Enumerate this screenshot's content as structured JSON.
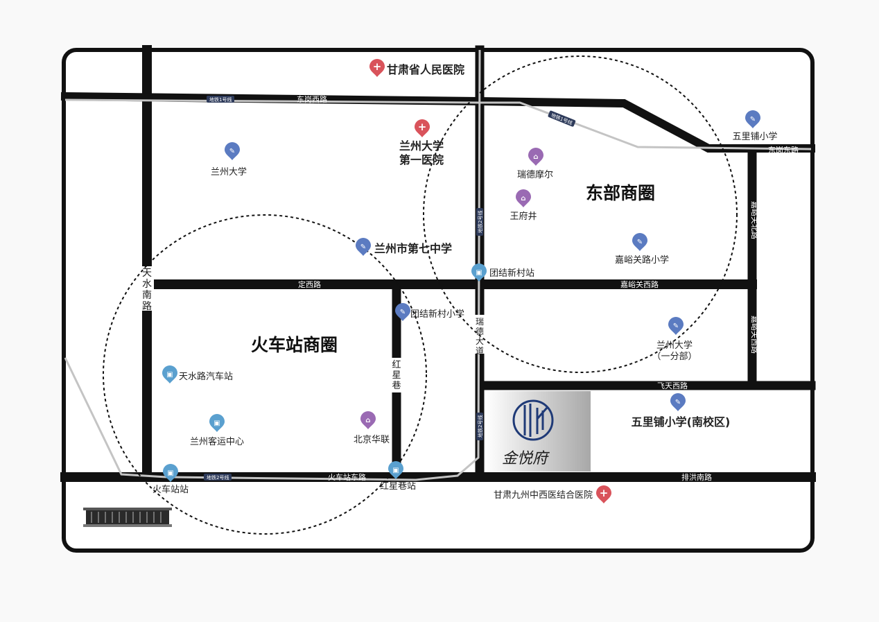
{
  "map": {
    "districts": {
      "east": "东部商圈",
      "station": "火车站商圈"
    },
    "roads": {
      "dongganglu": "东岗西路",
      "dongganglu_east": "东岗东路",
      "dingxilu": "定西路",
      "jiayuguanxilu": "嘉峪关西路",
      "jiayuguanbeilu": "嘉峪关北路",
      "jiayuguannanlu": "嘉峪关西路",
      "feitianxilu": "飞天西路",
      "paihongnanlu": "排洪南路",
      "huochezhandonglu": "火车站东路",
      "tianshuinanlu": "天水南路",
      "hongxingxiang": "红星巷",
      "ruidedadao": "瑞德大道"
    },
    "metro": {
      "line1": "地铁1号线",
      "line2": "地铁2号线"
    },
    "project": {
      "name": "金悦府"
    },
    "pois": {
      "gansu_hospital": "甘肃省人民医院",
      "lzu_first_hospital_1": "兰州大学",
      "lzu_first_hospital_2": "第一医院",
      "lzu": "兰州大学",
      "no7_middle": "兰州市第七中学",
      "tuanjie_station": "团结新村站",
      "tuanjie_primary": "团结新村小学",
      "ruide_mall": "瑞德摩尔",
      "wangfujing": "王府井",
      "wulipu_primary": "五里铺小学",
      "jiayuguan_primary": "嘉峪关路小学",
      "lzu_branch_1": "兰州大学",
      "lzu_branch_2": "（一分部）",
      "wulipu_south": "五里铺小学(南校区)",
      "tianshui_bus": "天水路汽车站",
      "passenger_center": "兰州客运中心",
      "beijing_hualian": "北京华联",
      "train_station": "火车站站",
      "hongxingxiang_station": "红星巷站",
      "jiuzhou_hospital": "甘肃九州中西医结合医院"
    },
    "colors": {
      "hospital": "#d9535b",
      "school": "#5b7bc1",
      "mall": "#9a6ab3",
      "transit": "#5aa0cf",
      "road": "#111111",
      "metro": "#bdbdbd",
      "project": "#1f3a77"
    }
  }
}
